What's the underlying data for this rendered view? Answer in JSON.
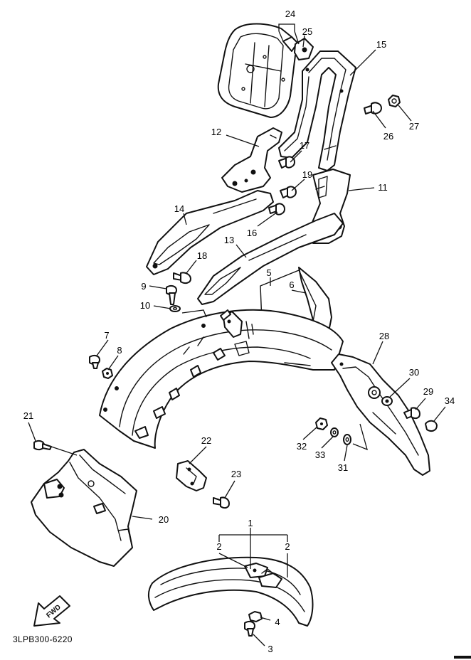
{
  "diagram": {
    "drawing_code": "3LPB300-6220",
    "direction_label": "FWD",
    "callouts": [
      {
        "id": "c1",
        "label": "1"
      },
      {
        "id": "c2a",
        "label": "2"
      },
      {
        "id": "c2b",
        "label": "2"
      },
      {
        "id": "c3",
        "label": "3"
      },
      {
        "id": "c4",
        "label": "4"
      },
      {
        "id": "c5",
        "label": "5"
      },
      {
        "id": "c6",
        "label": "6"
      },
      {
        "id": "c7",
        "label": "7"
      },
      {
        "id": "c8",
        "label": "8"
      },
      {
        "id": "c9",
        "label": "9"
      },
      {
        "id": "c10",
        "label": "10"
      },
      {
        "id": "c11",
        "label": "11"
      },
      {
        "id": "c12",
        "label": "12"
      },
      {
        "id": "c13",
        "label": "13"
      },
      {
        "id": "c14",
        "label": "14"
      },
      {
        "id": "c15",
        "label": "15"
      },
      {
        "id": "c16",
        "label": "16"
      },
      {
        "id": "c17",
        "label": "17"
      },
      {
        "id": "c18",
        "label": "18"
      },
      {
        "id": "c19",
        "label": "19"
      },
      {
        "id": "c20",
        "label": "20"
      },
      {
        "id": "c21",
        "label": "21"
      },
      {
        "id": "c22",
        "label": "22"
      },
      {
        "id": "c23",
        "label": "23"
      },
      {
        "id": "c24",
        "label": "24"
      },
      {
        "id": "c25",
        "label": "25"
      },
      {
        "id": "c26",
        "label": "26"
      },
      {
        "id": "c27",
        "label": "27"
      },
      {
        "id": "c28",
        "label": "28"
      },
      {
        "id": "c29",
        "label": "29"
      },
      {
        "id": "c30",
        "label": "30"
      },
      {
        "id": "c31",
        "label": "31"
      },
      {
        "id": "c32",
        "label": "32"
      },
      {
        "id": "c33",
        "label": "33"
      },
      {
        "id": "c34",
        "label": "34"
      }
    ]
  }
}
